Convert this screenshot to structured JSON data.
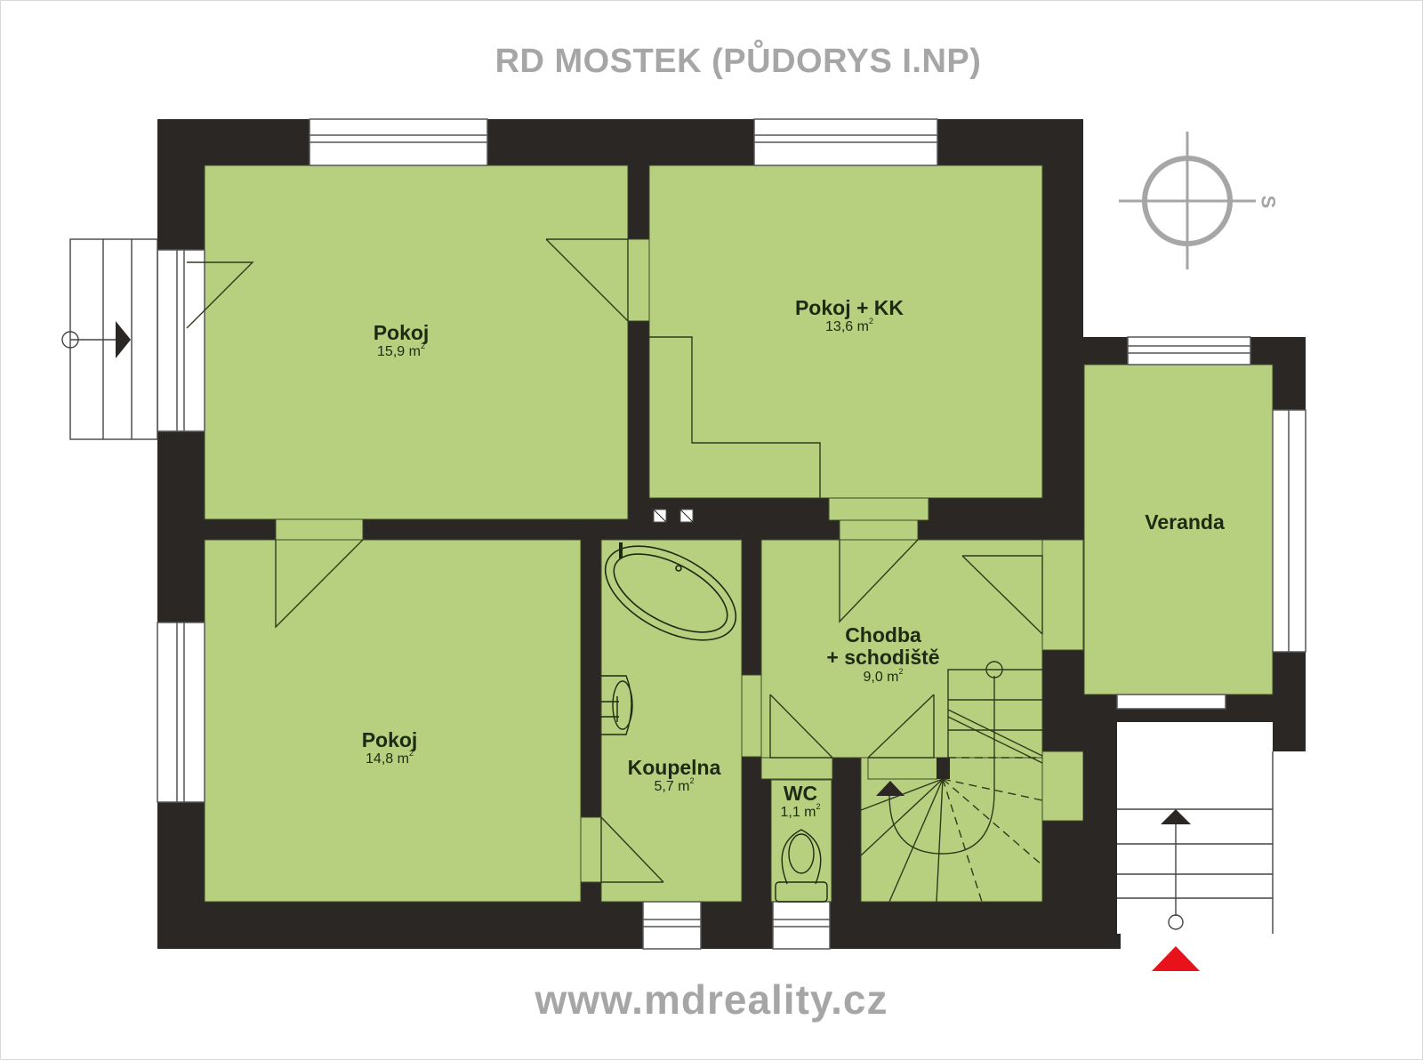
{
  "title": "RD MOSTEK (PŮDORYS I.NP)",
  "footer": "www.mdreality.cz",
  "compass": {
    "label": "S"
  },
  "area_unit": "m",
  "area_unit_sup": "2",
  "rooms": [
    {
      "id": "pokoj-1",
      "name": "Pokoj",
      "area": "15,9"
    },
    {
      "id": "pokoj-kk",
      "name": "Pokoj + KK",
      "area": "13,6"
    },
    {
      "id": "veranda",
      "name": "Veranda",
      "area": ""
    },
    {
      "id": "pokoj-2",
      "name": "Pokoj",
      "area": "14,8"
    },
    {
      "id": "koupelna",
      "name": "Koupelna",
      "area": "5,7"
    },
    {
      "id": "wc",
      "name": "WC",
      "area": "1,1"
    },
    {
      "id": "chodba",
      "name_line1": "Chodba",
      "name_line2": "+ schodiště",
      "area": "9,0"
    }
  ],
  "colors": {
    "room_fill": "#b7d07f",
    "wall": "#2a2725",
    "line": "#2f3a1c",
    "title_gray": "#a6a6a6",
    "entrance_marker": "#e8121a"
  }
}
